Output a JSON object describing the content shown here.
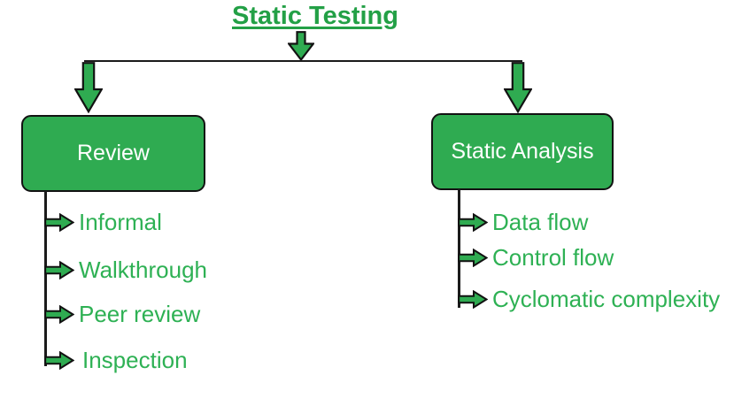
{
  "title": "Static Testing",
  "colors": {
    "green_fill": "#2fab51",
    "green_title": "#23a046",
    "green_text": "#2eb154",
    "outline": "#121212",
    "line": "#1b1b1b",
    "node_text": "#ffffff",
    "background": "#ffffff"
  },
  "icons": {
    "down_arrow": "down-arrow-icon",
    "right_arrow": "right-arrow-icon"
  },
  "branches": [
    {
      "label": "Review",
      "items": [
        "Informal",
        "Walkthrough",
        "Peer review",
        "Inspection"
      ]
    },
    {
      "label": "Static Analysis",
      "items": [
        "Data flow",
        "Control flow",
        "Cyclomatic complexity"
      ]
    }
  ]
}
